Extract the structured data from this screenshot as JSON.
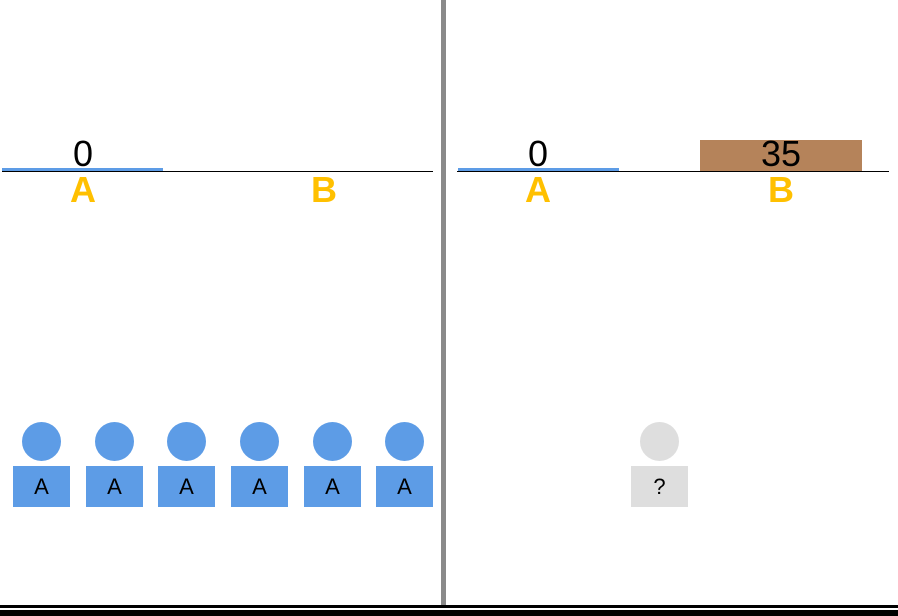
{
  "colors": {
    "option_a": "#5d9ce6",
    "option_b": "#b5835a",
    "option_label": "#ffc000",
    "unknown_agent": "#dedede",
    "divider": "#8a8a8a"
  },
  "left_panel": {
    "option_labels": [
      "A",
      "B"
    ],
    "values": {
      "A": "0"
    },
    "agents": [
      "A",
      "A",
      "A",
      "A",
      "A",
      "A"
    ]
  },
  "right_panel": {
    "option_labels": [
      "A",
      "B"
    ],
    "values": {
      "A": "0",
      "B": "35"
    },
    "agents": [
      "?"
    ]
  }
}
